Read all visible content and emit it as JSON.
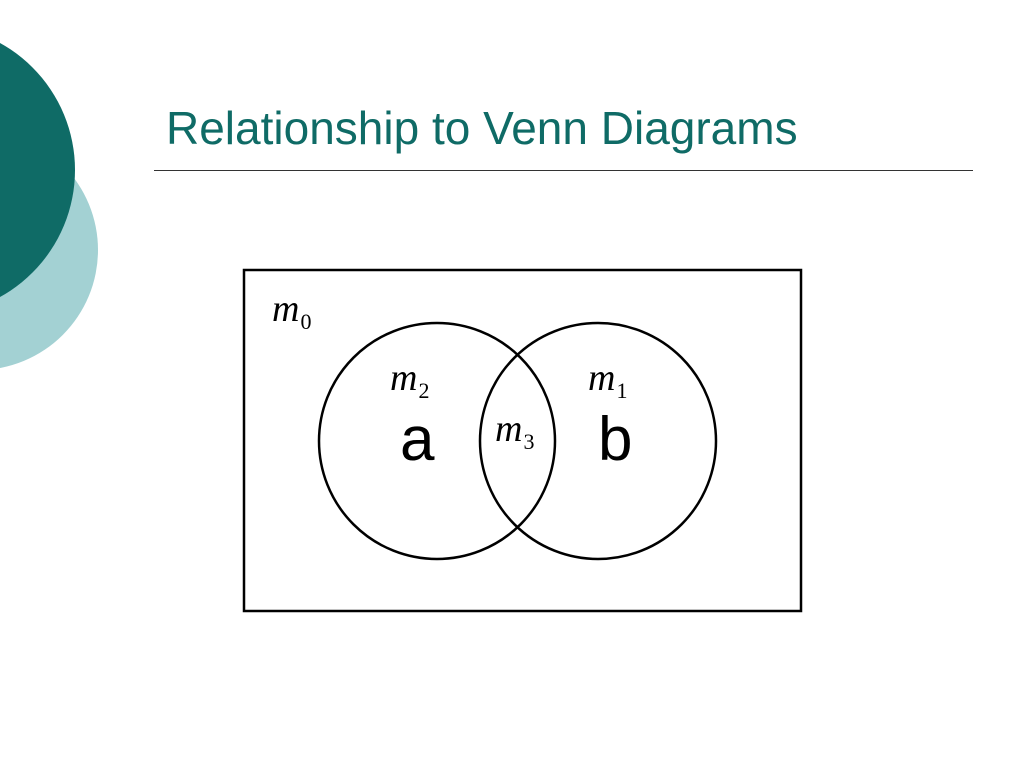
{
  "slide": {
    "title": "Relationship to Venn Diagrams",
    "accent_color_dark": "#0f6b66",
    "accent_color_light": "#a3d1d3"
  },
  "venn": {
    "universe_label": {
      "symbol": "m",
      "subscript": "0"
    },
    "regions": [
      {
        "id": "a_only",
        "symbol": "m",
        "subscript": "2"
      },
      {
        "id": "b_only",
        "symbol": "m",
        "subscript": "1"
      },
      {
        "id": "a_and_b",
        "symbol": "m",
        "subscript": "3"
      }
    ],
    "sets": [
      {
        "id": "a",
        "label": "a"
      },
      {
        "id": "b",
        "label": "b"
      }
    ]
  }
}
